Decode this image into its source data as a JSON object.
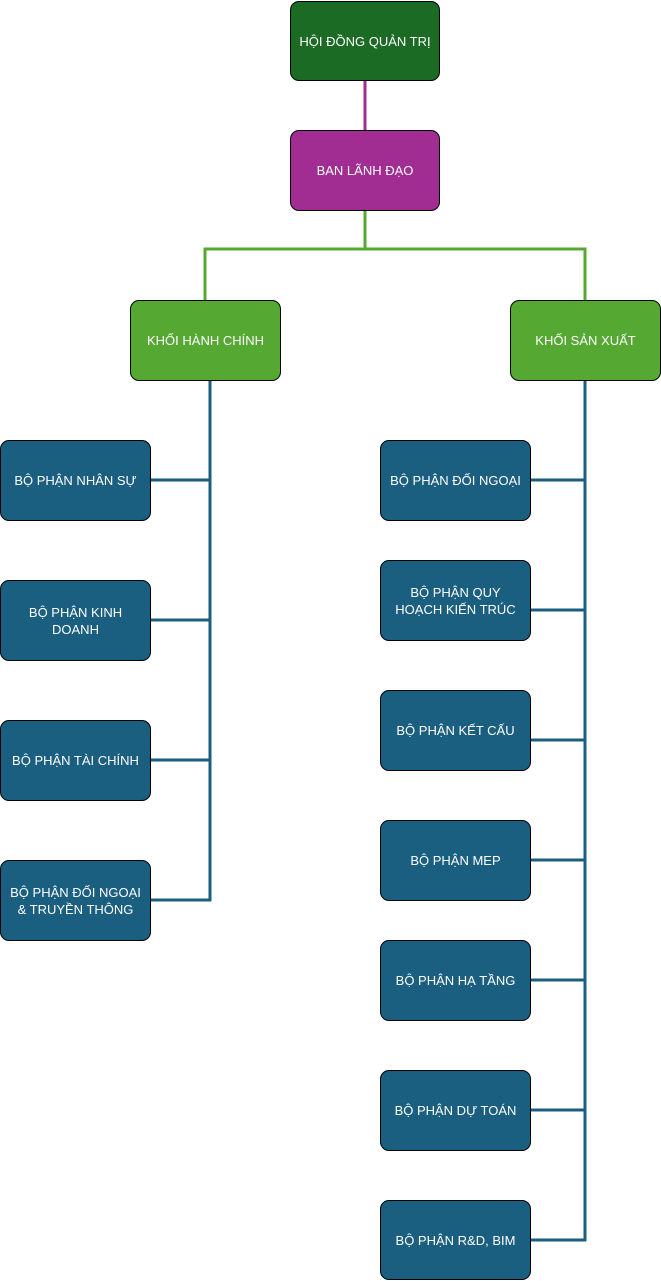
{
  "colors": {
    "board": "#1b6b24",
    "leadership": "#a12c92",
    "division": "#55a832",
    "department": "#1a5e80",
    "connector_top": "#a12c92",
    "connector_division": "#55a832",
    "connector_department": "#1a5e80",
    "text": "#ffffff"
  },
  "board": {
    "label": "HỘI ĐỒNG QUẢN TRỊ"
  },
  "leadership": {
    "label": "BAN LÃNH ĐẠO"
  },
  "divisions": {
    "admin": {
      "label": "KHỐI HÀNH CHÍNH",
      "departments": [
        {
          "label": "BỘ PHẬN NHÂN SỰ"
        },
        {
          "label": "BỘ PHẬN KINH DOANH"
        },
        {
          "label": "BỘ PHẬN TÀI CHÍNH"
        },
        {
          "label": "BỘ PHẬN ĐỐI NGOẠI & TRUYỀN THÔNG"
        }
      ]
    },
    "production": {
      "label": "KHỐI SẢN XUẤT",
      "departments": [
        {
          "label": "BỘ PHẬN ĐỐI NGOẠI"
        },
        {
          "label": "BỘ PHẬN QUY HOẠCH KIẾN TRÚC"
        },
        {
          "label": "BỘ PHẬN KẾT CẤU"
        },
        {
          "label": "BỘ PHẬN MEP"
        },
        {
          "label": "BỘ PHẬN HẠ TẦNG"
        },
        {
          "label": "BỘ PHẬN DỰ TOÁN"
        },
        {
          "label": "BỘ PHẬN R&D, BIM"
        }
      ]
    }
  }
}
